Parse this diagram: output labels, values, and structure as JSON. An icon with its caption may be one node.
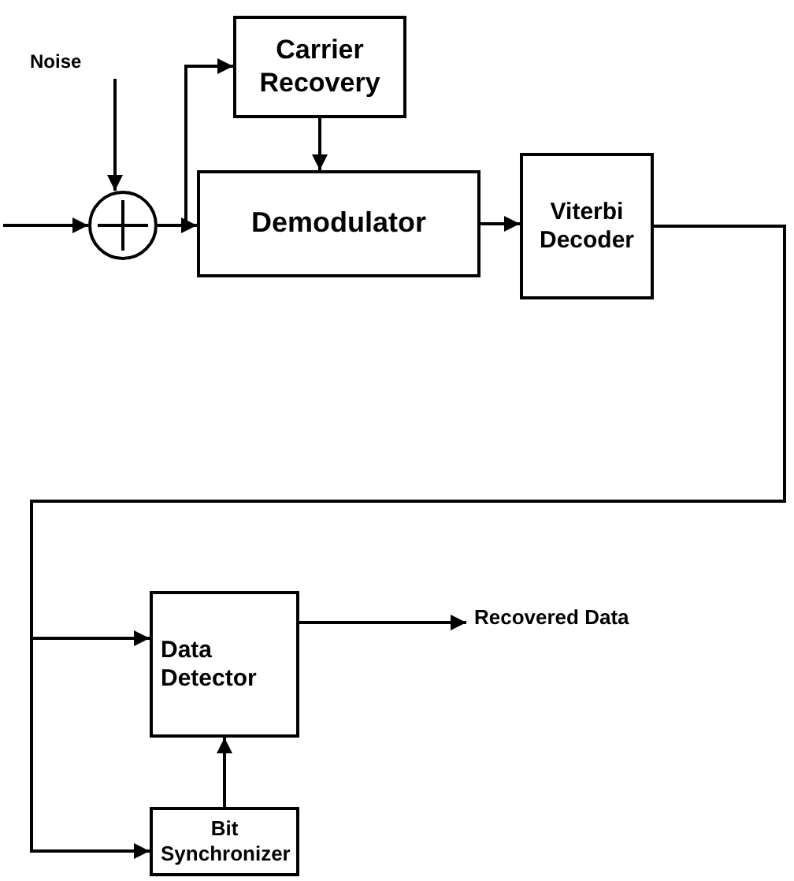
{
  "diagram": {
    "nodes": [
      {
        "text": [
          "Noise"
        ]
      },
      {
        "text": [],
        "shape": "circle"
      },
      {
        "text": [
          "Carrier Recovery"
        ]
      },
      {
        "text": [
          "Demodulator"
        ]
      },
      {
        "text": [
          "Viterbi Decoder"
        ]
      },
      {
        "text": [
          "Data Detector"
        ]
      },
      {
        "text": [
          "Bit Synchronizer"
        ]
      },
      {
        "text": [
          "Recovered Data"
        ]
      }
    ],
    "edges": [
      {
        "from": null,
        "to": 1,
        "arrow": "to"
      },
      {
        "from": 0,
        "to": 1,
        "arrow": "to"
      },
      {
        "from": 1,
        "to": 2,
        "arrow": "to"
      },
      {
        "from": 1,
        "to": 3,
        "arrow": "to"
      },
      {
        "from": 2,
        "to": 3,
        "arrow": "to"
      },
      {
        "from": 3,
        "to": 4,
        "arrow": "to"
      },
      {
        "from": 4,
        "to": 5,
        "arrow": "to"
      },
      {
        "from": 4,
        "to": 6,
        "arrow": "to"
      },
      {
        "from": 6,
        "to": 5,
        "arrow": "to"
      },
      {
        "from": 5,
        "to": 7,
        "arrow": "to"
      }
    ]
  }
}
